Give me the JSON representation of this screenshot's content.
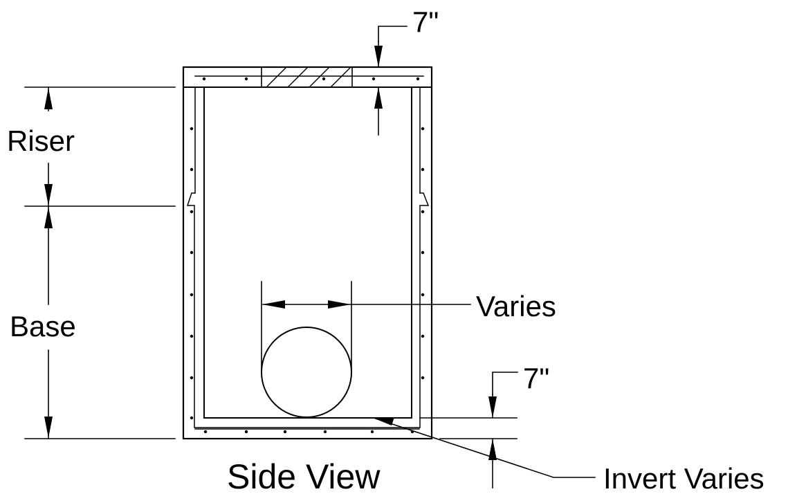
{
  "labels": {
    "top_thickness": "7\"",
    "riser": "Riser",
    "base": "Base",
    "pipe_width": "Varies",
    "floor_thickness": "7\"",
    "title": "Side View",
    "invert": "Invert Varies"
  },
  "colors": {
    "line": "#000000",
    "background": "#ffffff"
  }
}
